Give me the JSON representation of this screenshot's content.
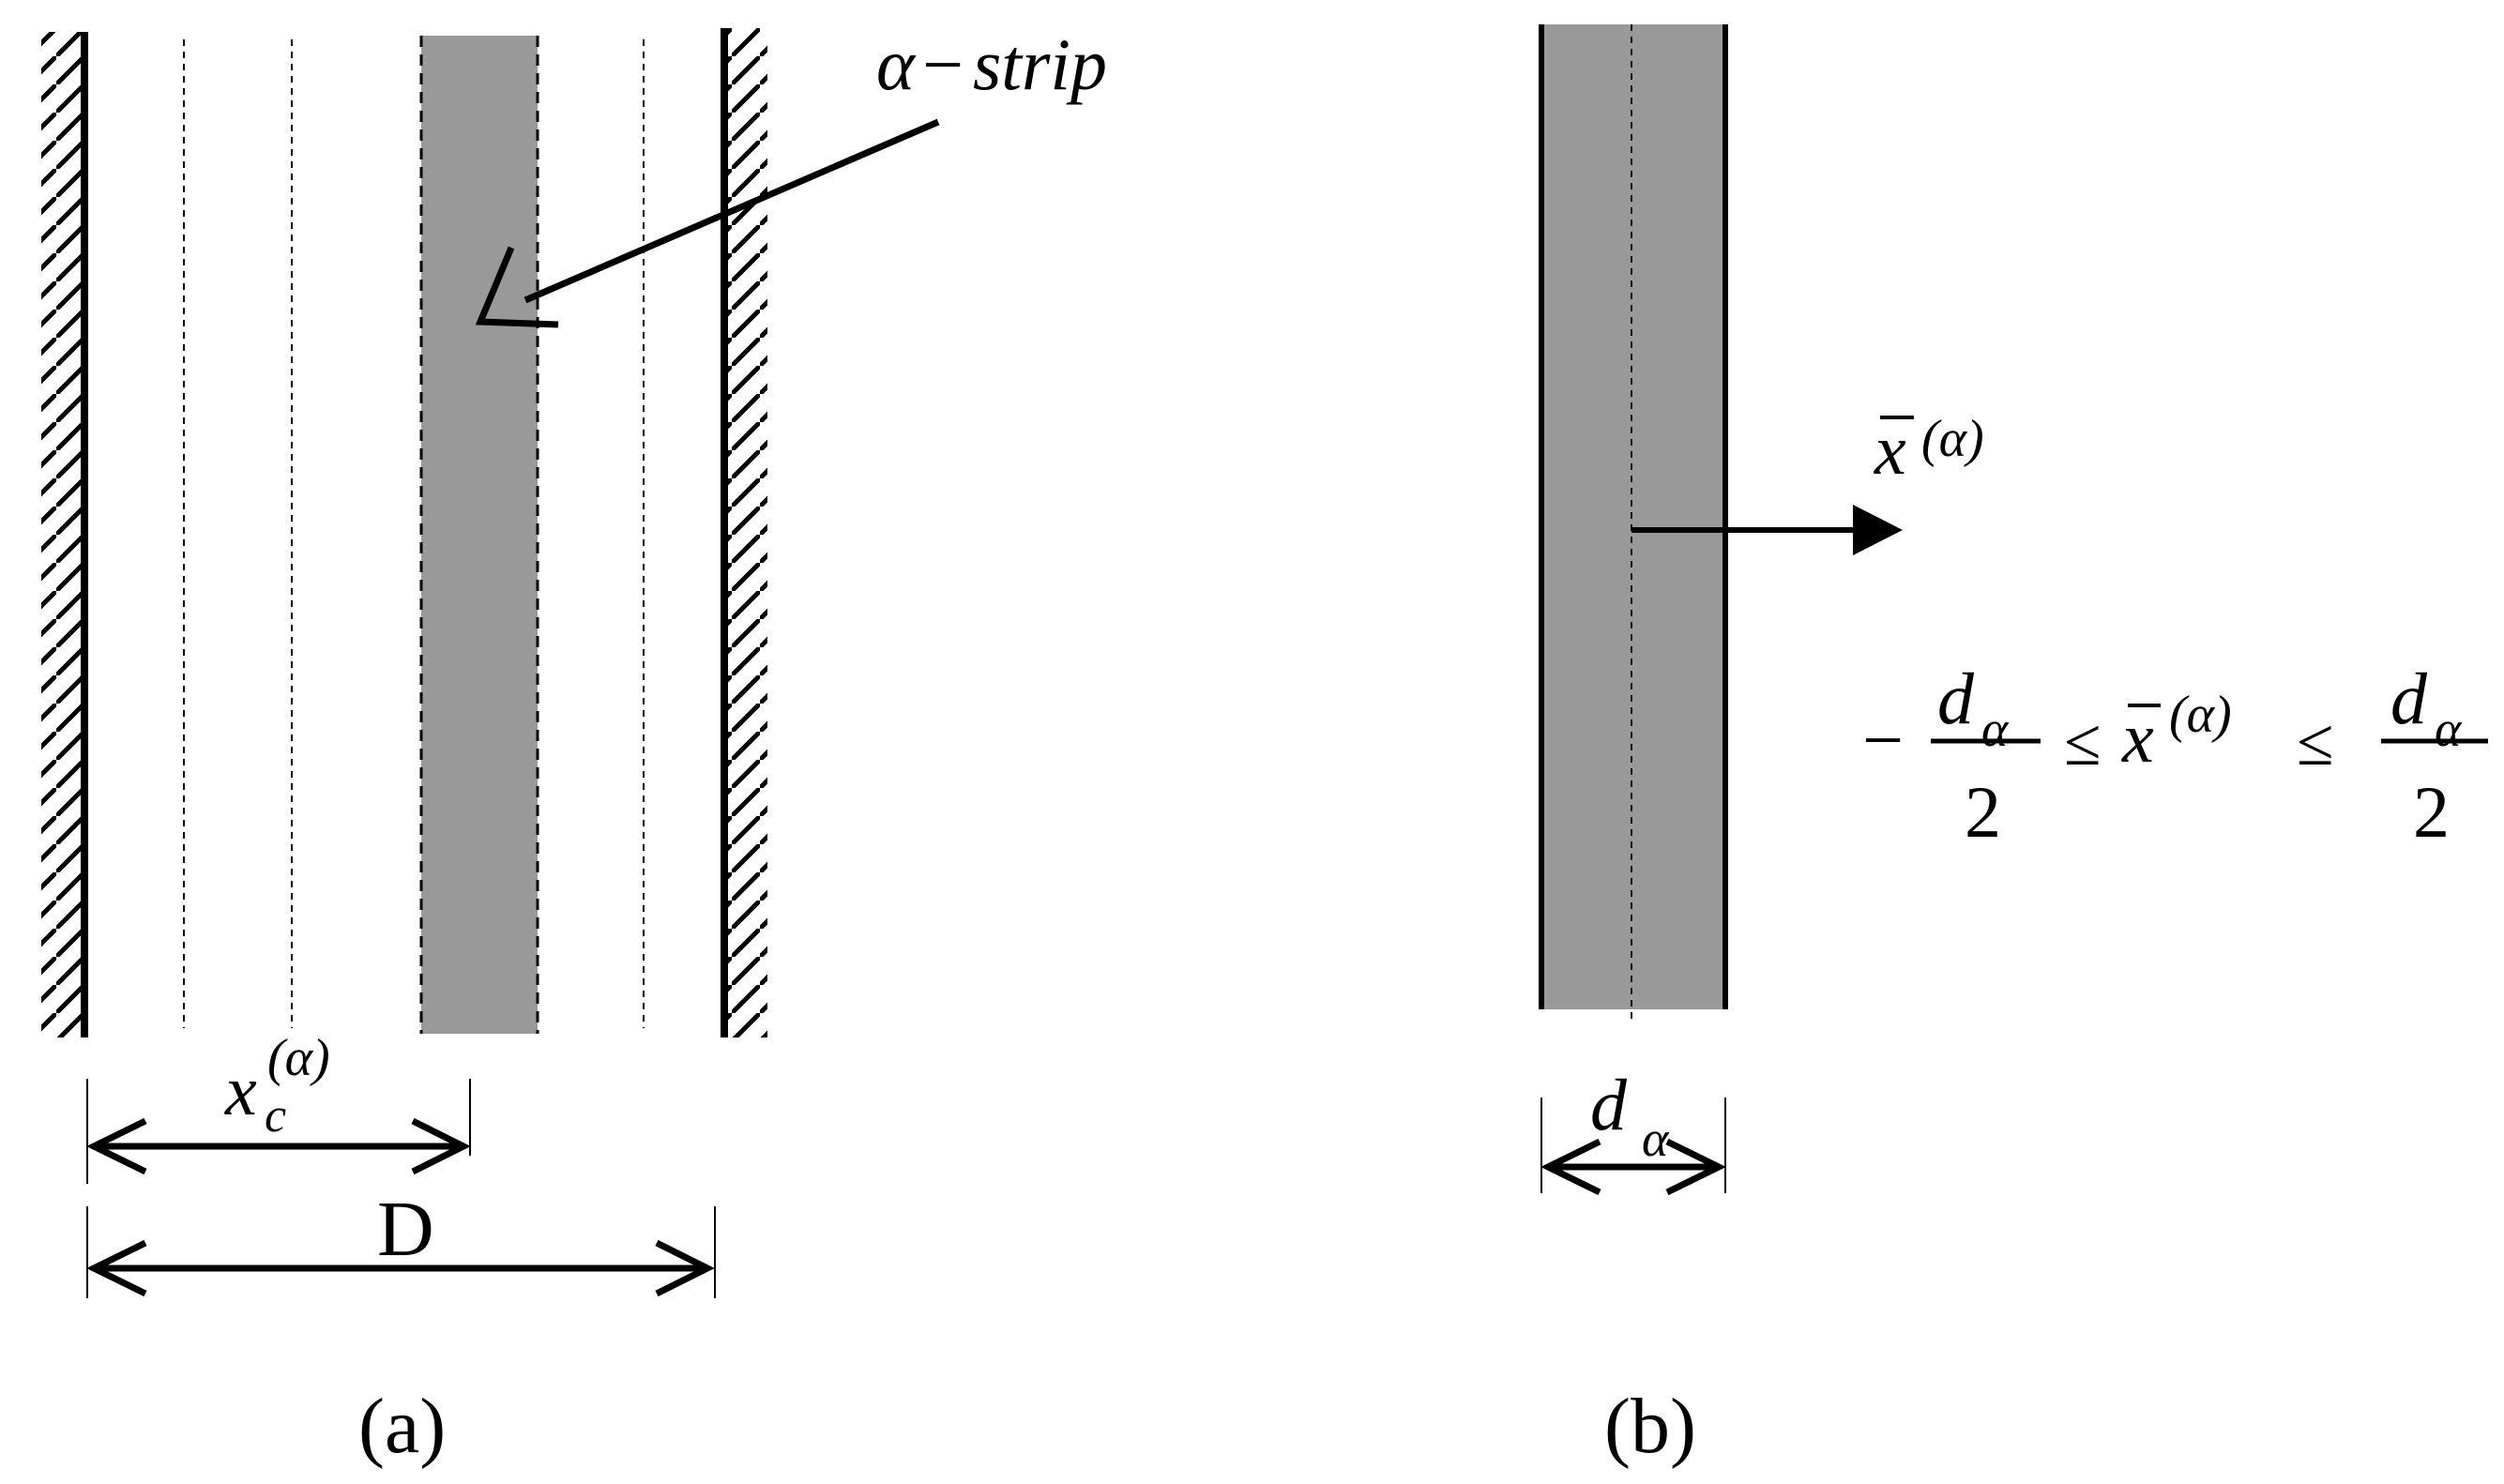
{
  "panel_a": {
    "strip_label": {
      "greek": "α",
      "minus": "−",
      "word": "strip"
    },
    "xc_label": {
      "base": "x",
      "sup": "(α)",
      "sub": "c"
    },
    "d_label": "D",
    "caption": "(a)"
  },
  "panel_b": {
    "xbar_label": {
      "base": "x",
      "sup": "(α)"
    },
    "width_label": {
      "base": "d",
      "sub": "α"
    },
    "inequality": {
      "minus": "−",
      "num_base": "d",
      "num_sub": "α",
      "den": "2",
      "leq": "≤",
      "mid_base": "x",
      "mid_sup": "(α)"
    },
    "caption": "(b)"
  },
  "colors": {
    "strip_fill": "#999999",
    "line": "#000000",
    "background": "#ffffff"
  }
}
